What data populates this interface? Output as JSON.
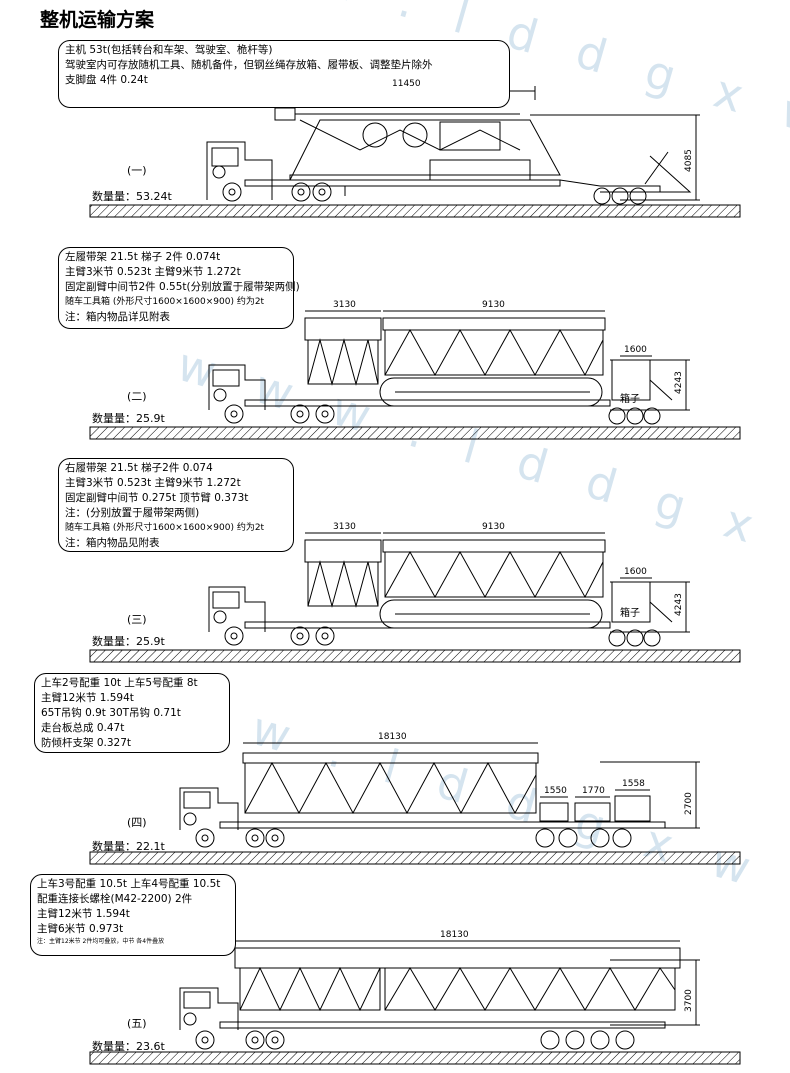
{
  "title": "整机运输方案",
  "watermark": "w w w . l d d g x w . c o m",
  "sections": [
    {
      "id": "一",
      "label": "(一)",
      "weight": "数量量：53.24t",
      "lines": [
        "主机  53t(包括转台和车架、驾驶室、桅杆等)",
        "驾驶室内可存放随机工具、随机备件，但钢丝绳存放箱、履带板、调整垫片除外",
        "支脚盘 4件 0.24t"
      ],
      "dims": {
        "length": "11450",
        "height": "4085"
      }
    },
    {
      "id": "二",
      "label": "(二)",
      "weight": "数量量：25.9t",
      "lines": [
        "左履带架 21.5t  梯子 2件 0.074t",
        "主臂3米节 0.523t 主臂9米节 1.272t",
        "固定副臂中间节2件 0.55t(分别放置于履带架两侧)",
        "随车工具箱 (外形尺寸1600×1600×900) 约为2t",
        "注：箱内物品详见附表"
      ],
      "dims": {
        "a": "3130",
        "b": "9130",
        "c": "1600",
        "height": "4243",
        "box": "箱子"
      }
    },
    {
      "id": "三",
      "label": "(三)",
      "weight": "数量量：25.9t",
      "lines": [
        "右履带架 21.5t  梯子2件 0.074",
        "主臂3米节 0.523t  主臂9米节 1.272t",
        "固定副臂中间节 0.275t 顶节臂 0.373t",
        "注：(分别放置于履带架两侧)",
        "随车工具箱 (外形尺寸1600×1600×900) 约为2t",
        "注：箱内物品见附表"
      ],
      "dims": {
        "a": "3130",
        "b": "9130",
        "c": "1600",
        "height": "4243",
        "box": "箱子"
      }
    },
    {
      "id": "四",
      "label": "(四)",
      "weight": "数量量：22.1t",
      "lines": [
        "上车2号配重 10t  上车5号配重 8t",
        "主臂12米节 1.594t",
        "65T吊钩 0.9t      30T吊钩 0.71t",
        "走台板总成 0.47t",
        "防倾杆支架 0.327t"
      ],
      "dims": {
        "length": "18130",
        "a": "1550",
        "b": "1770",
        "c": "1558",
        "height": "2700"
      }
    },
    {
      "id": "五",
      "label": "(五)",
      "weight": "数量量：23.6t",
      "lines": [
        "上车3号配重 10.5t 上车4号配重 10.5t",
        "配重连接长螺栓(M42-2200) 2件",
        "主臂12米节 1.594t",
        "主臂6米节 0.973t",
        "注：主臂12米节 2件均可叠放，中节 各4件叠放"
      ],
      "dims": {
        "length": "18130",
        "height": "3700"
      }
    }
  ]
}
